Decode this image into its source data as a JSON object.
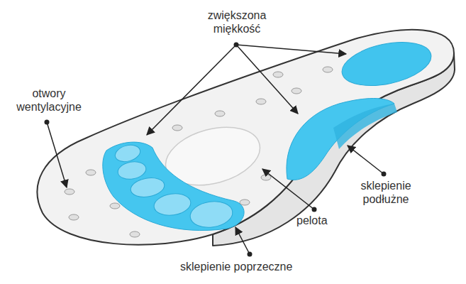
{
  "diagram": {
    "labels": [
      "zwiększona miękkość",
      "otwory wentylacyjne",
      "sklepienie podłużne",
      "pelota",
      "sklepienie poprzeczne"
    ]
  }
}
